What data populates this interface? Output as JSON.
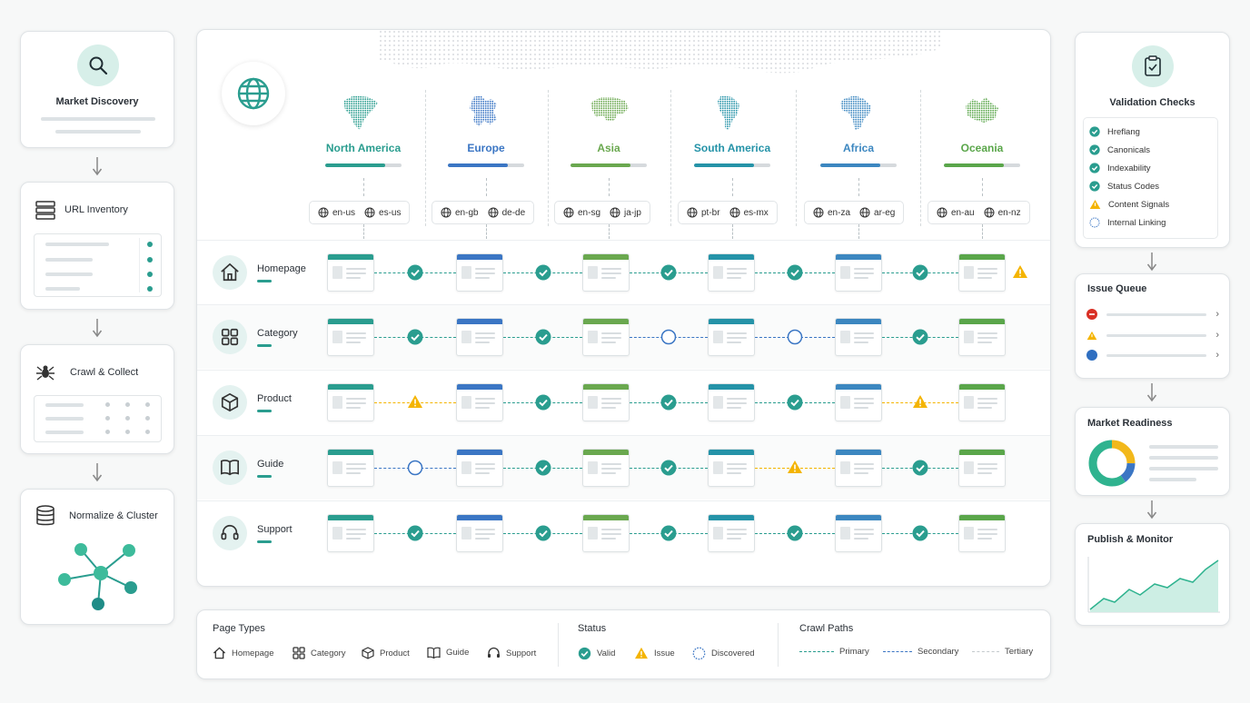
{
  "pipeline": {
    "market_discovery": {
      "label": "Market Discovery",
      "icon": "search-icon"
    },
    "url_inventory": {
      "label": "URL Inventory",
      "icon": "server-icon"
    },
    "crawl_collect": {
      "label": "Crawl & Collect",
      "icon": "spider-icon"
    },
    "normalize_cluster": {
      "label": "Normalize & Cluster",
      "icon": "database-icon"
    }
  },
  "regions": [
    {
      "name": "North America",
      "locales": [
        "en-us",
        "es-us"
      ],
      "color": "#2a9d8f"
    },
    {
      "name": "Europe",
      "locales": [
        "en-gb",
        "de-de"
      ],
      "color": "#3b76c4"
    },
    {
      "name": "Asia",
      "locales": [
        "en-sg",
        "ja-jp"
      ],
      "color": "#6aa84f"
    },
    {
      "name": "South America",
      "locales": [
        "pt-br",
        "es-mx"
      ],
      "color": "#2593a8"
    },
    {
      "name": "Africa",
      "locales": [
        "en-za",
        "ar-eg"
      ],
      "color": "#3c87c0"
    },
    {
      "name": "Oceania",
      "locales": [
        "en-au",
        "en-nz"
      ],
      "color": "#5aa64a"
    }
  ],
  "page_types": [
    {
      "label": "Homepage",
      "icon": "home-icon",
      "statuses": [
        "valid",
        "valid",
        "valid",
        "valid",
        "valid",
        "issue"
      ]
    },
    {
      "label": "Category",
      "icon": "grid-icon",
      "statuses": [
        "valid",
        "valid",
        "discovered",
        "discovered",
        "valid"
      ]
    },
    {
      "label": "Product",
      "icon": "box-icon",
      "statuses": [
        "issue",
        "valid",
        "valid",
        "valid",
        "issue"
      ]
    },
    {
      "label": "Guide",
      "icon": "book-icon",
      "statuses": [
        "discovered",
        "valid",
        "valid",
        "issue",
        "valid"
      ]
    },
    {
      "label": "Support",
      "icon": "headset-icon",
      "statuses": [
        "valid",
        "valid",
        "valid",
        "valid",
        "valid"
      ]
    }
  ],
  "validation": {
    "title": "Validation Checks",
    "items": [
      {
        "label": "Hreflang",
        "status": "valid"
      },
      {
        "label": "Canonicals",
        "status": "valid"
      },
      {
        "label": "Indexability",
        "status": "valid"
      },
      {
        "label": "Status Codes",
        "status": "valid"
      },
      {
        "label": "Content Signals",
        "status": "issue"
      },
      {
        "label": "Internal Linking",
        "status": "discovered"
      }
    ]
  },
  "issue_queue": {
    "title": "Issue Queue",
    "severities": [
      "error",
      "warning",
      "info"
    ]
  },
  "market_readiness": {
    "title": "Market Readiness",
    "share": [
      0.6,
      0.25,
      0.15
    ]
  },
  "publish_monitor": {
    "title": "Publish & Monitor"
  },
  "legend": {
    "page_types_title": "Page Types",
    "page_types": [
      "Homepage",
      "Category",
      "Product",
      "Guide",
      "Support"
    ],
    "status_title": "Status",
    "status": [
      "Valid",
      "Issue",
      "Discovered"
    ],
    "paths_title": "Crawl Paths",
    "paths": [
      "Primary",
      "Secondary",
      "Tertiary"
    ]
  },
  "colors": {
    "teal": "#2a9d8f",
    "amber": "#f4b400",
    "blue": "#3b76c4",
    "red": "#d93025"
  }
}
